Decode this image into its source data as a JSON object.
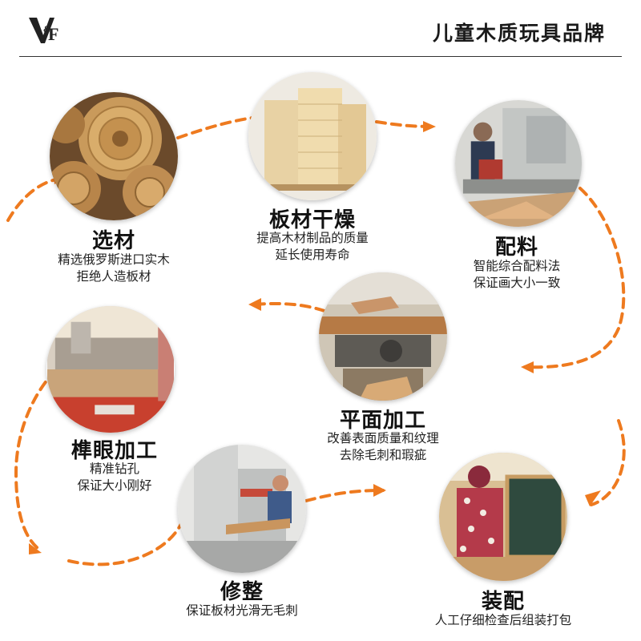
{
  "header": {
    "logo_text": "V&F",
    "brand_title": "儿童木质玩具品牌"
  },
  "colors": {
    "accent_orange": "#ee7a1f",
    "text_dark": "#111111",
    "rule": "#333333"
  },
  "steps": [
    {
      "title": "选材",
      "desc": [
        "精选俄罗斯进口实木",
        "拒绝人造板材"
      ],
      "photo": "log-cross-sections"
    },
    {
      "title": "板材干燥",
      "desc": [
        "提高木材制品的质量",
        "延长使用寿命"
      ],
      "photo": "stacked-wood-boards"
    },
    {
      "title": "配料",
      "desc": [
        "智能综合配料法",
        "保证画大小一致"
      ],
      "photo": "worker-at-sawing-machine"
    },
    {
      "title": "平面加工",
      "desc": [
        "改善表面质量和纹理",
        "去除毛刺和瑕疵"
      ],
      "photo": "planer-machine"
    },
    {
      "title": "榫眼加工",
      "desc": [
        "精准钻孔",
        "保证大小刚好"
      ],
      "photo": "cnc-drilling-machine"
    },
    {
      "title": "修整",
      "desc": [
        "保证板材光滑无毛刺"
      ],
      "photo": "sanding-machine"
    },
    {
      "title": "装配",
      "desc": [
        "人工仔细检查后组装打包"
      ],
      "photo": "worker-assembling"
    }
  ]
}
